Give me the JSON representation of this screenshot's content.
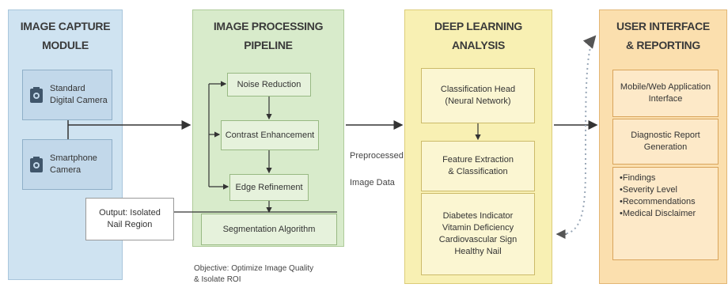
{
  "columns": {
    "capture": {
      "title": "IMAGE CAPTURE\nMODULE",
      "box1": "Standard\nDigital Camera",
      "box2": "Smartphone\nCamera",
      "output": "Output: Isolated\nNail Region"
    },
    "processing": {
      "title": "IMAGE PROCESSING\nPIPELINE",
      "noise": "Noise Reduction",
      "contrast": "Contrast Enhancement",
      "edge": "Edge Refinement",
      "segmentation": "Segmentation Algorithm",
      "objective": "Objective: Optimize Image Quality\n& Isolate ROI"
    },
    "dl": {
      "title": "DEEP LEARNING\nANALYSIS",
      "classification_head": "Classification Head\n(Neural Network)",
      "feature": "Feature Extraction\n& Classification",
      "outputs": "Diabetes Indicator\nVitamin Deficiency\nCardiovascular Sign\nHealthy Nail"
    },
    "ui": {
      "title": "USER INTERFACE\n& REPORTING",
      "app": "Mobile/Web Application\nInterface",
      "report": "Diagnostic Report\nGeneration",
      "items": [
        "•Findings",
        "•Severity Level",
        "•Recommendations",
        "•Medical Disclaimer"
      ]
    }
  },
  "arrow_label": "Preprocessed\nImage Data",
  "colors": {
    "capture": "#cfe3f1",
    "processing": "#d8ebcb",
    "dl": "#f8f0b3",
    "ui": "#fbdfae",
    "line": "#333333",
    "dotted": "#9aa8b8"
  }
}
